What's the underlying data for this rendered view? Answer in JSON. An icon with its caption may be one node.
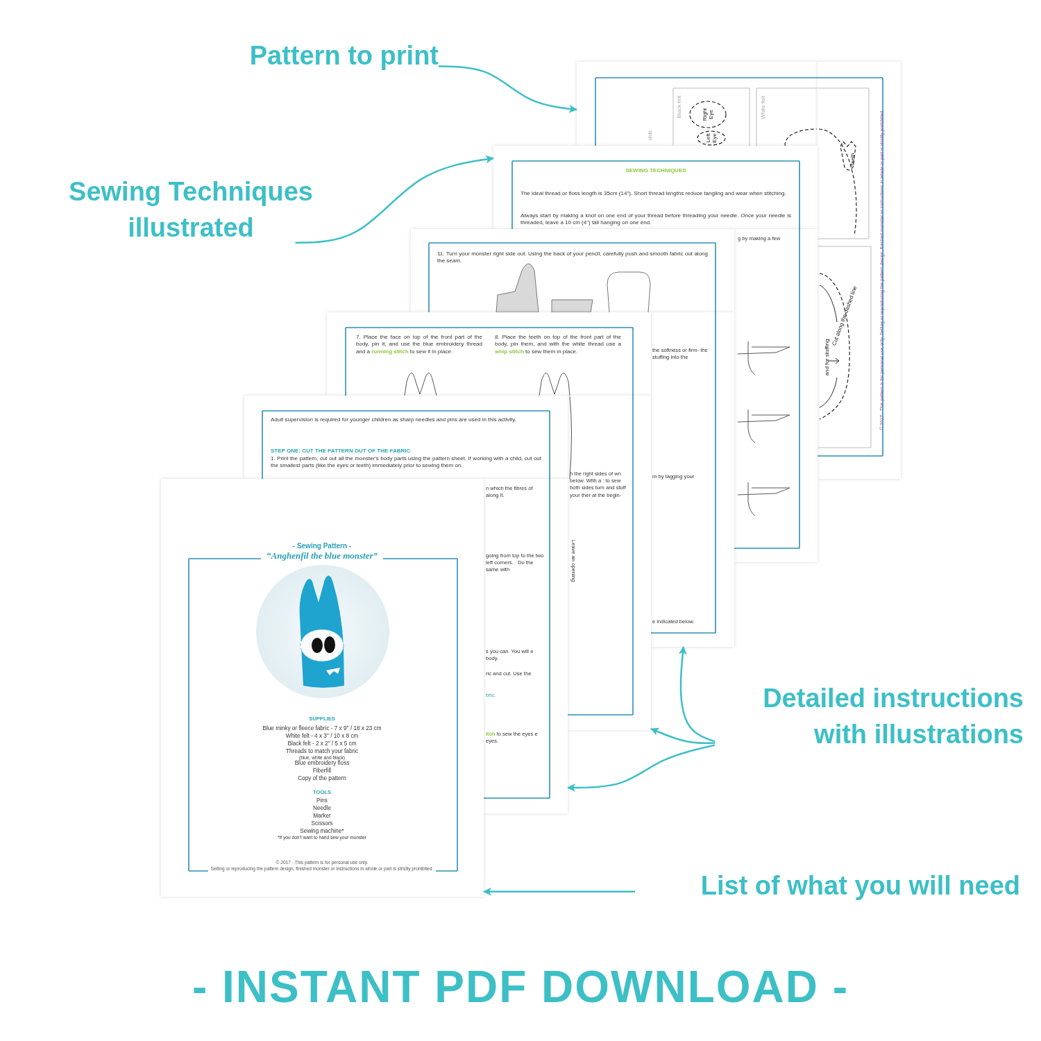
{
  "diagram": {
    "title": "- INSTANT PDF DOWNLOAD -",
    "nodes": [
      {
        "text": [
          "uide",
          "Black felt",
          "Right Eye",
          "Left Eye",
          "White felt"
        ]
      },
      {
        "text": [
          "Teeth",
          "Cut along the dashed line",
          "and for stuffing",
          "© 2017 - This pattern is for personal use only. Selling or reproducing the pattern design, finished monster or instructions in whole or part is strictly prohibited."
        ]
      },
      {
        "text": [
          "SEWING TECHNIQUES",
          "The ideal thread or floss length is 35cm (14\"). Short thread lengths reduce tangling and wear when stitching.",
          "Always start by making a knot on one end of your thread before threading your needle. Once your needle is threaded,  leave a 10 cm (4\") tail hanging on one end."
        ]
      },
      {
        "text": [
          "g by making a few"
        ]
      },
      {
        "text": [
          "11. Turn your monster right side out. Using the back of your pencil, carefully push and smooth fabric out along the seam."
        ]
      },
      {
        "text": [
          "the softness or firm- the stuffing into the",
          "m by tagging your",
          "e indicated below."
        ]
      },
      {
        "text": [
          "7. Place the face on top of the front part of the body, pin it, and use the blue embroidery thread and a **running stitch** to sew it in place.",
          "8. Place the teeth on top of the front part of the body, pin them, and with the white thread use a **whip stitch** to sew them in place."
        ]
      },
      {
        "text": [
          "h the right sides of wn below. With a : to sew both sides turn and stuff your ther at the begin-",
          "Leave an opening"
        ]
      },
      {
        "text": [
          "Adult supervision is required for younger children as sharp needles and pins are used in this activity.",
          "STEP ONE: CUT THE PATTERN OUT OF THE FABRIC",
          "1. Print the pattern, cut out all the monster's body parts using the pattern sheet. If working with a child, cut out the smallest parts (like the eyes or teeth) immediately prior to sewing them on."
        ]
      },
      {
        "text": [
          "n which the fibres of along it.",
          "going from top to the two left corners. . Do the same with",
          "s you can. You will e body.",
          "ric and cut. Use the",
          "bric.",
          "**itch** to sew the eyes e eyes."
        ]
      },
      {
        "text": [
          "- Sewing Pattern -",
          "“Anghenfil the blue monster”",
          "SUPPLIES",
          "Blue minky or fleece fabric - 7 x 9'' / 18 x 23 cm",
          "White felt - 4 x 3'' / 10 x 8 cm",
          "Black felt - 2 x 2'' / 5 x 5 cm",
          "Threads to match your fabric",
          "(blue, white and black)",
          "Blue embroidery floss",
          "Fiberfill",
          "Copy of the pattern",
          "TOOLS",
          "Pins",
          "Needle",
          "Marker",
          "Scissors",
          "Sewing machine*",
          "*If you don't want to hand sew your monster",
          "© 2017 - This pattern is for personal use only.",
          "Selling or reproducing the pattern design, finished monster or instructions in whole or part is strictly prohibited."
        ]
      },
      {
        "text": [
          "Pattern to print"
        ]
      },
      {
        "text": [
          "Sewing Techniques illustrated"
        ]
      },
      {
        "text": [
          "Detailed instructions with illustrations"
        ]
      },
      {
        "text": [
          "List of what you will need"
        ]
      }
    ],
    "edges": [
      {
        "from": 11,
        "to": 0,
        "arrow": "to"
      },
      {
        "from": 12,
        "to": 2,
        "arrow": "to"
      },
      {
        "from": 13,
        "to": 5,
        "arrow": "to"
      },
      {
        "from": 13,
        "to": 7,
        "arrow": "to"
      },
      {
        "from": 13,
        "to": 9,
        "arrow": "to"
      },
      {
        "from": 14,
        "to": 10,
        "arrow": "to"
      }
    ]
  }
}
